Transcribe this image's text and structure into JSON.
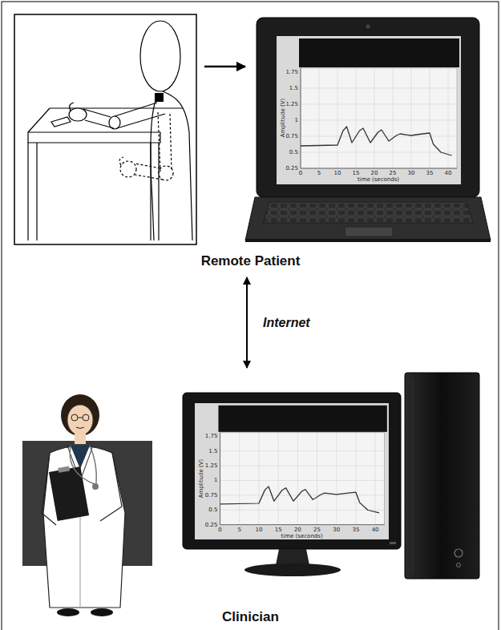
{
  "diagram": {
    "nodes": [
      {
        "text": [
          "Remote Patient"
        ]
      },
      {
        "text": [
          "Clinician"
        ]
      }
    ],
    "edges": [
      {
        "from": 0,
        "to": 1,
        "arrow": "both",
        "label": "Internet"
      }
    ],
    "labels": [
      "1.75",
      "1.5",
      "1.25",
      "1",
      "0.75",
      "0.5",
      "0.25",
      "0",
      "5",
      "10",
      "15",
      "20",
      "25",
      "30",
      "35",
      "40",
      "Amplitude (V)",
      "time (seconds)",
      "1.75",
      "1.5",
      "1.25",
      "1",
      "0.75",
      "0.5",
      "0.25",
      "0",
      "5",
      "10",
      "15",
      "20",
      "25",
      "30",
      "35",
      "40",
      "Amplitude (V)",
      "time (seconds)"
    ]
  }
}
